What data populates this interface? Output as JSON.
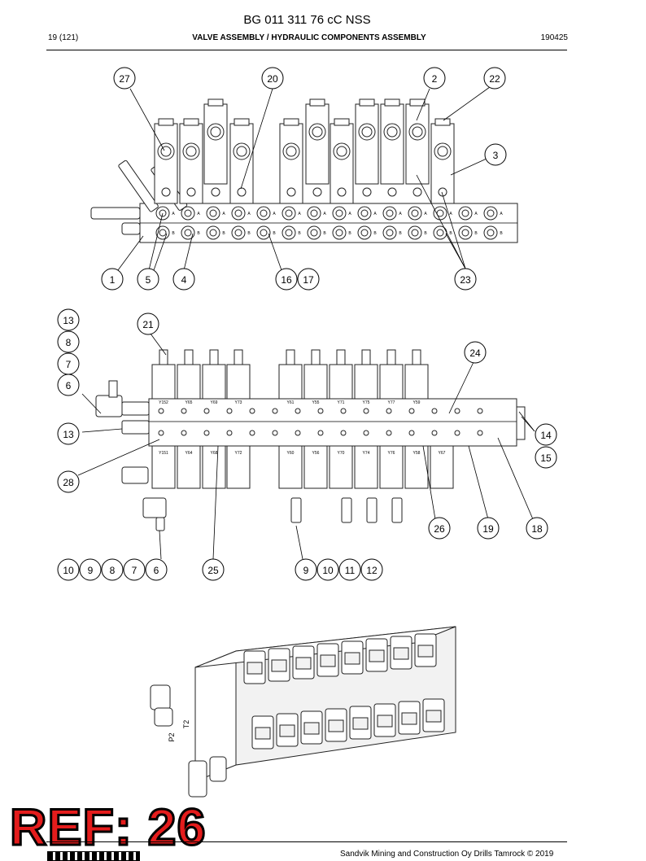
{
  "header": {
    "doc_title": "BG 011 311 76 cC NSS",
    "page_number": "19 (121)",
    "section_title": "VALVE ASSEMBLY / HYDRAULIC COMPONENTS ASSEMBLY",
    "date_code": "190425"
  },
  "diagram_top": {
    "callouts": [
      "27",
      "20",
      "2",
      "22",
      "3",
      "1",
      "5",
      "4",
      "16",
      "17",
      "23"
    ],
    "port_letters": [
      "A",
      "B"
    ]
  },
  "diagram_middle": {
    "callouts": [
      "13",
      "8",
      "7",
      "6",
      "13",
      "21",
      "24",
      "14",
      "15",
      "28",
      "26",
      "19",
      "18",
      "10",
      "9",
      "8",
      "7",
      "6",
      "25",
      "9",
      "10",
      "11",
      "12"
    ],
    "solenoid_labels_top": [
      "Y152",
      "Y65",
      "Y69",
      "Y73",
      "Y61",
      "Y55",
      "Y71",
      "Y75",
      "Y77",
      "Y59"
    ],
    "solenoid_labels_bottom": [
      "Y151",
      "Y64",
      "Y68",
      "Y72",
      "Y60",
      "Y56",
      "Y70",
      "Y74",
      "Y76",
      "Y58",
      "Y67"
    ]
  },
  "diagram_iso": {
    "port_labels": [
      "T2",
      "P2"
    ]
  },
  "stamp": {
    "text": "REF: 26",
    "color": "#e41c1c"
  },
  "footer": {
    "copyright": "Sandvik Mining and Construction Oy Drills Tamrock © 2019"
  }
}
